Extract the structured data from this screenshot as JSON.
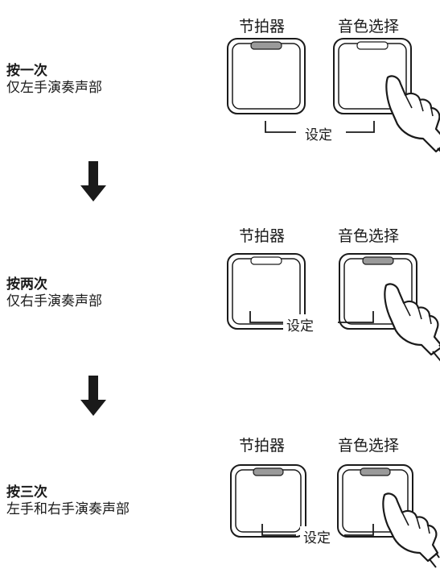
{
  "buttons": {
    "metronome": "节拍器",
    "voice_select": "音色选择",
    "setting": "设定"
  },
  "steps": [
    {
      "press": "按一次",
      "mode": "仅左手演奏声部",
      "lit": "metronome"
    },
    {
      "press": "按两次",
      "mode": "仅右手演奏声部",
      "lit": "voice_select"
    },
    {
      "press": "按三次",
      "mode": "左手和右手演奏声部",
      "lit": "both"
    }
  ],
  "colors": {
    "led_on": "#9a9a9a",
    "led_off": "#ffffff",
    "outline": "#1a1a1a"
  },
  "icons": {
    "hand": "pressing-hand-icon",
    "arrow": "arrow-down-icon"
  }
}
